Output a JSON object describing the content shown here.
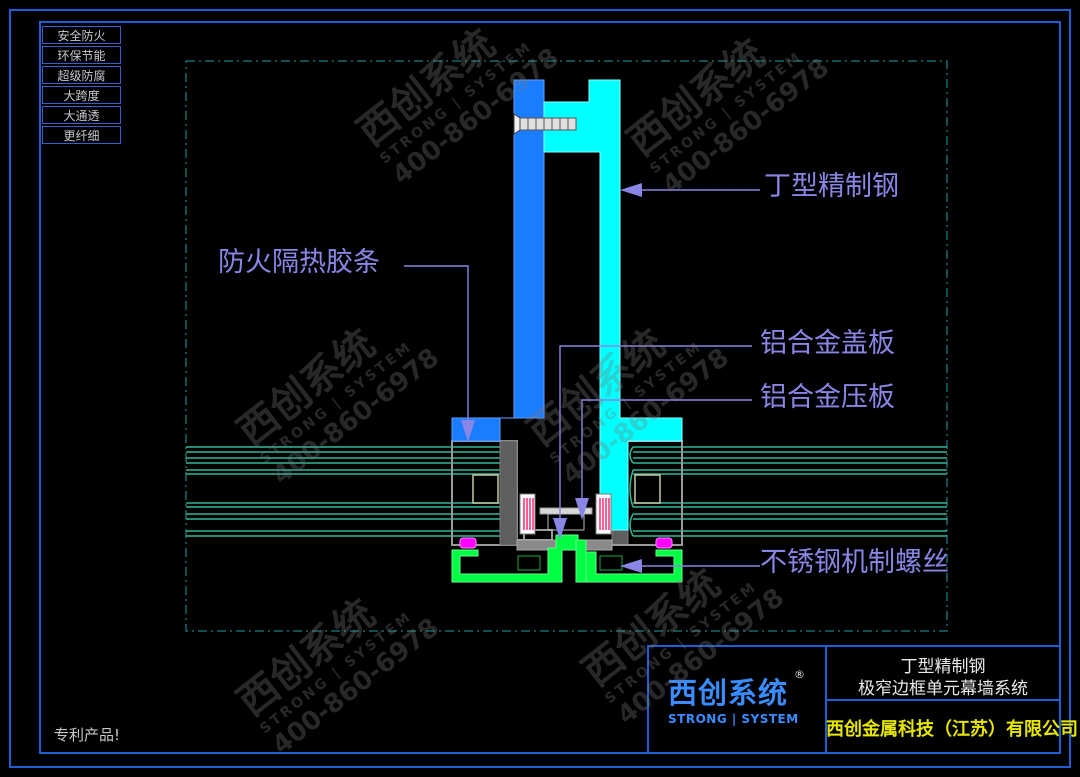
{
  "tags": [
    "安全防火",
    "环保节能",
    "超级防腐",
    "大跨度",
    "大通透",
    "更纤细"
  ],
  "callouts": {
    "t_steel": "丁型精制钢",
    "fire_strip": "防火隔热胶条",
    "cover_plate": "铝合金盖板",
    "pressure_plate": "铝合金压板",
    "screw": "不锈钢机制螺丝"
  },
  "patent": "专利产品!",
  "title_block": {
    "logo_cn": "西创系统",
    "logo_en": "STRONG | SYSTEM",
    "registered": "®",
    "product": "丁型精制钢",
    "system": "极窄边框单元幕墙系统",
    "company": "西创金属科技（江苏）有限公司"
  },
  "watermark": {
    "cn": "西创系统",
    "en": "STRONG | SYSTEM",
    "phone": "400-860-6978"
  },
  "colors": {
    "frame": "#1f5fd6",
    "blue_profile": "#1a7cff",
    "cyan_profile": "#00ffff",
    "green_profile": "#00ff44",
    "magenta_gasket": "#ff00ff",
    "callout": "#8a86e6",
    "logo": "#3a8cff",
    "company": "#e6e600"
  }
}
